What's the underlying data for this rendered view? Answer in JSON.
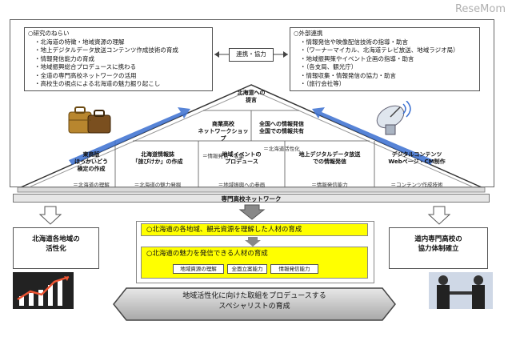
{
  "logo": "ReseMom",
  "left_box": {
    "heading": "○研究のねらい",
    "items": [
      "北海道の特徴・地域資源の理解",
      "地上デジタルデータ放送コンテンツ作成技術の育成",
      "情報発信能力の育成",
      "地域振興総合プロデュースに携わる",
      "全道の専門高校ネットワークの活用",
      "高校生の視点による北海道の魅力掘り起こし"
    ]
  },
  "connector_label": "連携・協力",
  "right_box": {
    "heading": "○外部連携",
    "items": [
      "情報発信や映像配信技術の指導・助言",
      "（ワーナーマイカル、北海道テレビ放送、地域ラジオ局）",
      "地域振興策やイベント企画の指導・助言",
      "（各支局、観光庁）",
      "情報収集・情報発信の協力・助言",
      "（旅行会社等）"
    ]
  },
  "pyramid": {
    "apex": [
      "北海道への",
      "提言"
    ],
    "row2": [
      {
        "title": "商業高校\nネットワークショップ",
        "sub": "＝情報発信・収集"
      },
      {
        "title": "全国への情報発信\n全国での情報共有",
        "sub": "＝北海道活性化"
      }
    ],
    "row3": [
      {
        "title": "東商版\nほっかいどう\n検定の作成",
        "sub": "＝北海道の理解"
      },
      {
        "title": "北海道情報誌\n「旅びけか」の作成",
        "sub": "＝北海道の魅力発掘"
      },
      {
        "title": "地域イベントの\nプロデュース",
        "sub": "＝地域振興への参画"
      },
      {
        "title": "地上デジタルデータ放送\nでの情報発信",
        "sub": "＝情報発信能力"
      },
      {
        "title": "デジタルコンテンツ\nWebページ・CM制作",
        "sub": "＝コンテンツ作成技術"
      }
    ]
  },
  "network_label": "専門高校ネットワーク",
  "left_result": [
    "北海道各地域の",
    "活性化"
  ],
  "right_result": [
    "道内専門高校の",
    "協力体制確立"
  ],
  "band1": "○北海道の各地域、観光資源を理解した人材の育成",
  "band2": "○北海道の魅力を発信できる人材の育成",
  "tags": [
    "地域資源の理解",
    "全面立案能力",
    "情報発信能力"
  ],
  "bottom": [
    "地域活性化に向けた取組をプロデュースする",
    "スペシャリストの育成"
  ],
  "colors": {
    "band": "#ffff00",
    "arrow_blue": "#3a6fd0",
    "network_bg": "#e6e6e6"
  }
}
